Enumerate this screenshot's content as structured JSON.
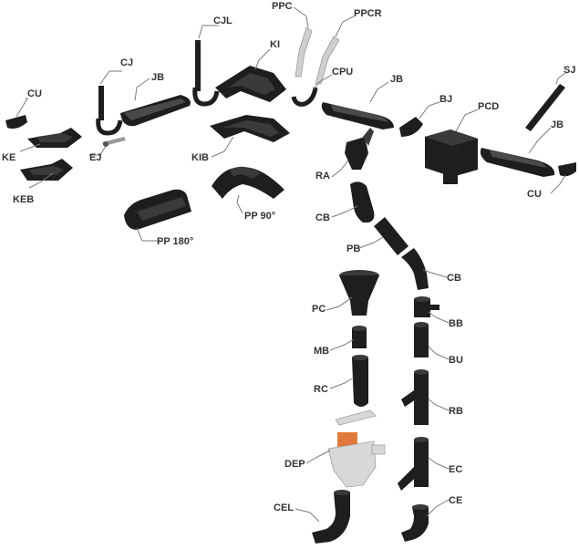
{
  "colors": {
    "part_dark": "#1e1e1e",
    "part_mid": "#3a3a3a",
    "part_light": "#d8d8d8",
    "filter_orange": "#e07a3c",
    "label_text": "#333333",
    "leader_line": "#7a7a7a"
  },
  "labels": {
    "cu_left": "CU",
    "ke": "KE",
    "keb": "KEB",
    "cj": "CJ",
    "ej": "EJ",
    "jb_left": "JB",
    "cjl": "CJL",
    "ki": "KI",
    "kib": "KIB",
    "ppc": "PPC",
    "ppcr": "PPCR",
    "cpu": "CPU",
    "jb_center": "JB",
    "bj": "BJ",
    "pcd": "PCD",
    "sj": "SJ",
    "jb_right": "JB",
    "cu_right": "CU",
    "pp90": "PP 90°",
    "pp180": "PP 180°",
    "ra": "RA",
    "cb_upper": "CB",
    "pb": "PB",
    "cb_lower": "CB",
    "pc": "PC",
    "bb": "BB",
    "mb": "MB",
    "bu": "BU",
    "rc": "RC",
    "rb": "RB",
    "dep": "DEP",
    "ec": "EC",
    "cel": "CEL",
    "ce": "CE"
  }
}
